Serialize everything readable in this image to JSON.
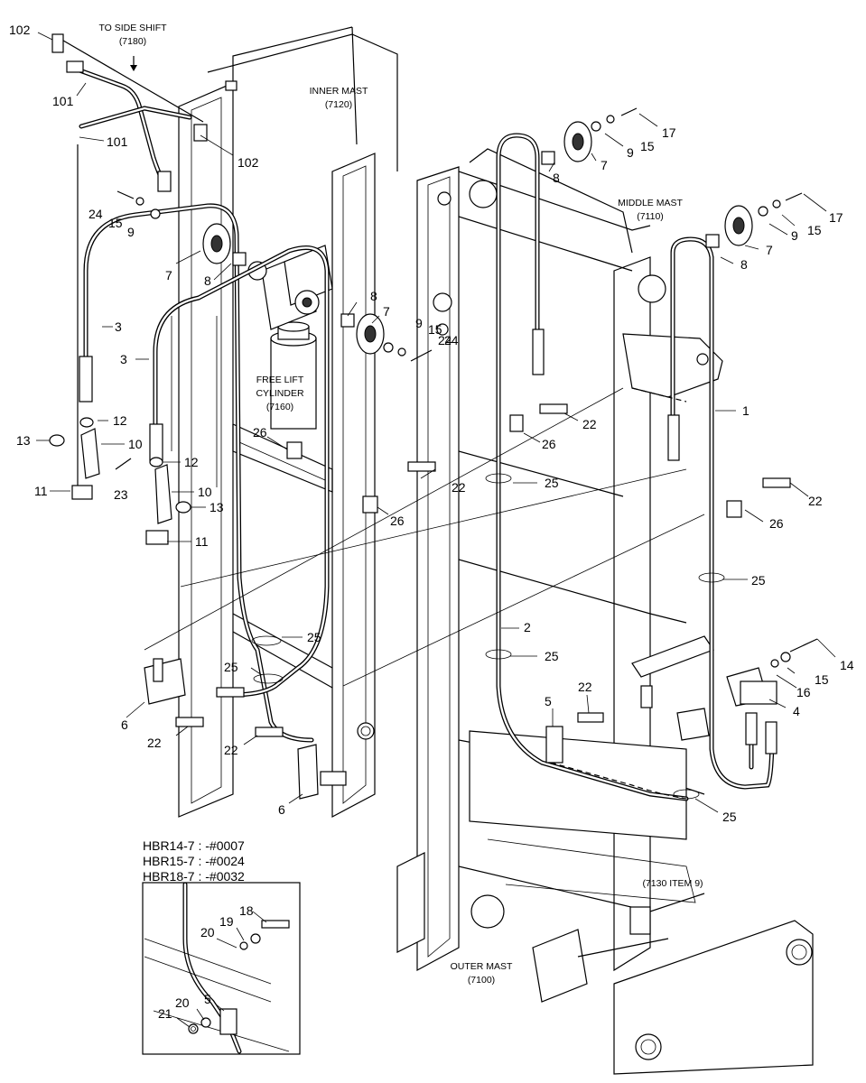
{
  "captions": [
    {
      "id": "to-side-shift",
      "lines": [
        "TO SIDE SHIFT",
        "(7180)"
      ]
    },
    {
      "id": "inner-mast",
      "lines": [
        "INNER MAST",
        "(7120)"
      ]
    },
    {
      "id": "middle-mast",
      "lines": [
        "MIDDLE MAST",
        "(7110)"
      ]
    },
    {
      "id": "free-lift-cylinder",
      "lines": [
        "FREE LIFT",
        "CYLINDER",
        "(7160)"
      ]
    },
    {
      "id": "outer-mast",
      "lines": [
        "OUTER MAST",
        "(7100)"
      ]
    },
    {
      "id": "item-ref",
      "lines": [
        "(7130 ITEM 9)"
      ]
    }
  ],
  "inset_notes": [
    "HBR14-7 : -#0007",
    "HBR15-7 : -#0024",
    "HBR18-7 : -#0032"
  ],
  "callouts": [
    "102",
    "101",
    "101",
    "102",
    "24",
    "15",
    "9",
    "7",
    "8",
    "3",
    "3",
    "12",
    "13",
    "10",
    "11",
    "12",
    "23",
    "10",
    "13",
    "11",
    "8",
    "7",
    "9",
    "15",
    "24",
    "26",
    "26",
    "22",
    "22",
    "26",
    "25",
    "25",
    "6",
    "22",
    "22",
    "6",
    "8",
    "7",
    "9",
    "15",
    "17",
    "17",
    "15",
    "9",
    "7",
    "8",
    "1",
    "24",
    "22",
    "26",
    "25",
    "25",
    "2",
    "25",
    "5",
    "22",
    "14",
    "15",
    "16",
    "4",
    "25",
    "18",
    "19",
    "20",
    "20",
    "21",
    "5"
  ]
}
